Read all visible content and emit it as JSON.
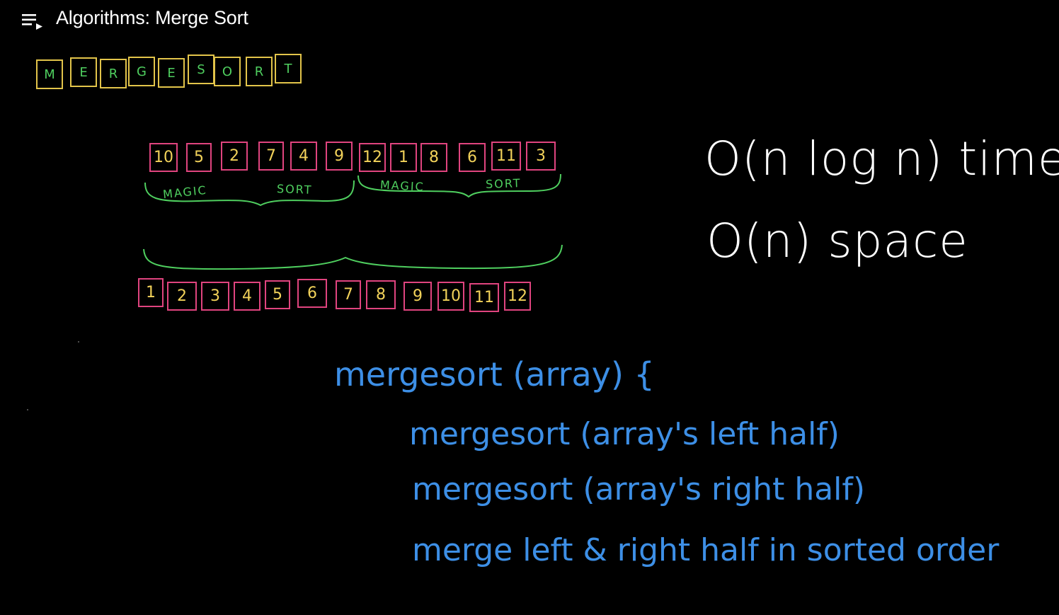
{
  "header": {
    "title": "Algorithms: Merge Sort",
    "playlist_icon": "playlist-icon"
  },
  "word_boxes": [
    "M",
    "E",
    "R",
    "G",
    "E",
    "S",
    "O",
    "R",
    "T"
  ],
  "unsorted": [
    "10",
    "5",
    "2",
    "7",
    "4",
    "9",
    "12",
    "1",
    "8",
    "6",
    "11",
    "3"
  ],
  "brace_labels": {
    "left_magic": "MAGIC",
    "left_sort": "SORT",
    "right_magic": "MAGIC",
    "right_sort": "SORT"
  },
  "sorted": [
    "1",
    "2",
    "3",
    "4",
    "5",
    "6",
    "7",
    "8",
    "9",
    "10",
    "11",
    "12"
  ],
  "complexity": {
    "time": "O(n log n) time",
    "space": "O(n) space"
  },
  "pseudocode": {
    "line1": "mergesort (array) {",
    "line2": "mergesort (array's left half)",
    "line3": "mergesort (array's right half)",
    "line4": "merge left & right half in sorted order"
  },
  "colors": {
    "box_letters_border": "#e2c44a",
    "letters": "#4fcf5f",
    "number_box_border": "#e0447f",
    "numbers": "#f2d25a",
    "braces": "#4fcf5f",
    "pseudocode": "#3d8fe6"
  }
}
